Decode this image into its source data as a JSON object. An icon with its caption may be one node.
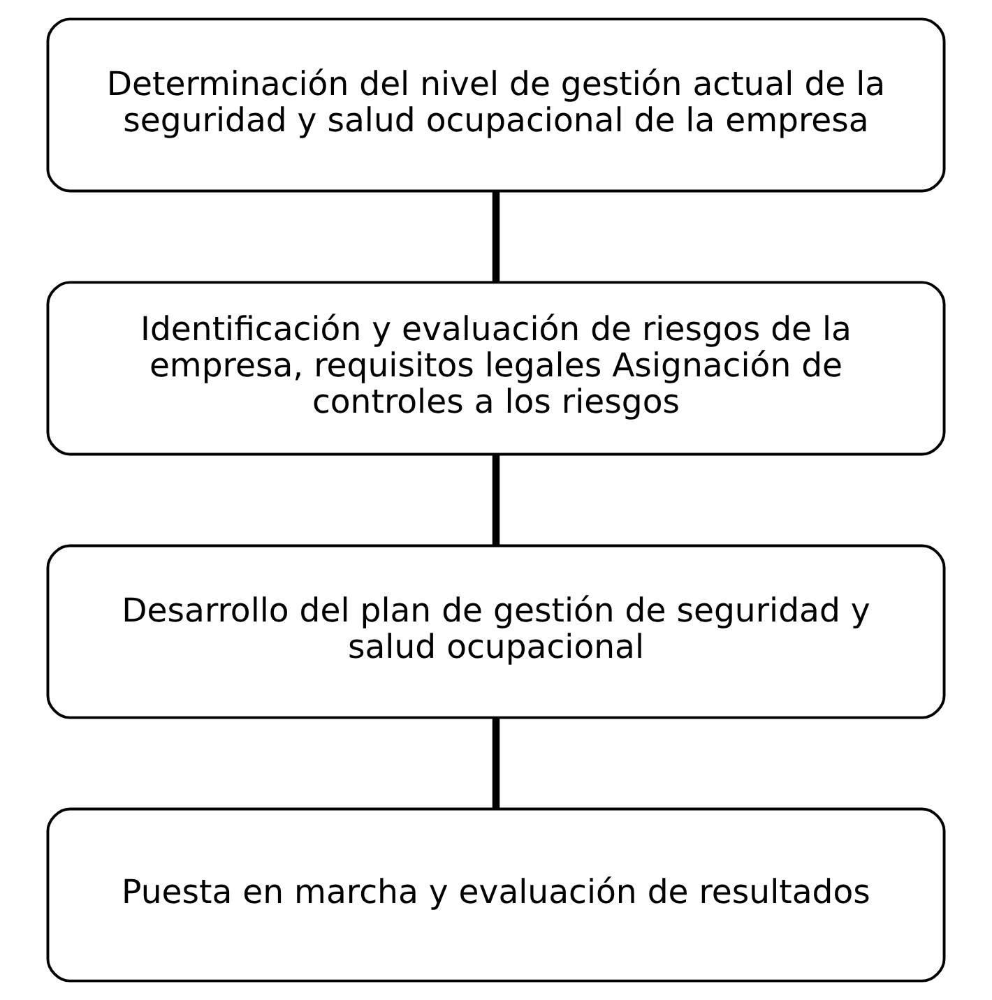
{
  "diagram": {
    "nodes": [
      {
        "text": [
          "Determinación del nivel de gestión actual de la seguridad y salud ocupacional de la empresa"
        ]
      },
      {
        "text": [
          "Identificación y evaluación de riesgos de la empresa, requisitos legales Asignación de controles a los riesgos"
        ]
      },
      {
        "text": [
          "Desarrollo del plan de gestión de seguridad y salud ocupacional"
        ]
      },
      {
        "text": [
          "Puesta en marcha y evaluación de resultados"
        ]
      }
    ],
    "edges": [
      {
        "from": 0,
        "to": 1,
        "arrow": "none"
      },
      {
        "from": 1,
        "to": 2,
        "arrow": "none"
      },
      {
        "from": 2,
        "to": 3,
        "arrow": "none"
      }
    ]
  }
}
